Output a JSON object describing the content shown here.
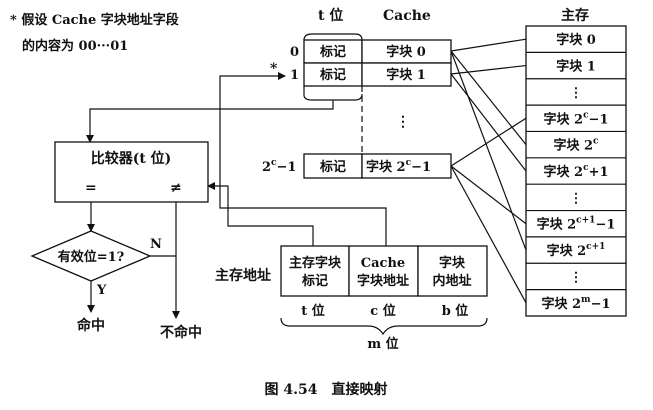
{
  "note": {
    "line1": "* 假设 Cache 字块地址字段",
    "line2": "的内容为 00···01"
  },
  "cache": {
    "t_bit_header": "t 位",
    "header": "Cache",
    "row_index_0": "0",
    "row_index_1": "1",
    "star": "*",
    "row_index_last_base": "2",
    "row_index_last_sup": "c",
    "row_index_last_suffix": "−1",
    "tag_label": "标记",
    "block0": "字块 0",
    "block1": "字块 1",
    "block_last_base": "字块 2",
    "block_last_sup": "c",
    "block_last_suffix": "−1",
    "dots": "⋮"
  },
  "main_memory": {
    "header": "主存",
    "blocks": [
      {
        "base": "字块 0",
        "sup": "",
        "suffix": ""
      },
      {
        "base": "字块 1",
        "sup": "",
        "suffix": ""
      },
      {
        "base": "⋮",
        "sup": "",
        "suffix": ""
      },
      {
        "base": "字块 2",
        "sup": "c",
        "suffix": "−1"
      },
      {
        "base": "字块 2",
        "sup": "c",
        "suffix": ""
      },
      {
        "base": "字块 2",
        "sup": "c",
        "suffix": "+1"
      },
      {
        "base": "⋮",
        "sup": "",
        "suffix": ""
      },
      {
        "base": "字块 2",
        "sup": "c+1",
        "suffix": "−1"
      },
      {
        "base": "字块 2",
        "sup": "c+1",
        "suffix": ""
      },
      {
        "base": "⋮",
        "sup": "",
        "suffix": ""
      },
      {
        "base": "字块 2",
        "sup": "m",
        "suffix": "−1"
      }
    ]
  },
  "comparator": {
    "title": "比较器(t 位)",
    "eq": "=",
    "neq": "≠"
  },
  "valid": {
    "label": "有效位=1?",
    "no": "N",
    "yes": "Y",
    "hit": "命中",
    "miss": "不命中"
  },
  "address": {
    "label": "主存地址",
    "f1_line1": "主存字块",
    "f1_line2": "标记",
    "f2_line1": "Cache",
    "f2_line2": "字块地址",
    "f3_line1": "字块",
    "f3_line2": "内地址",
    "t_bits": "t 位",
    "c_bits": "c 位",
    "b_bits": "b 位",
    "m_bits": "m 位"
  },
  "caption": "图 4.54　直接映射"
}
